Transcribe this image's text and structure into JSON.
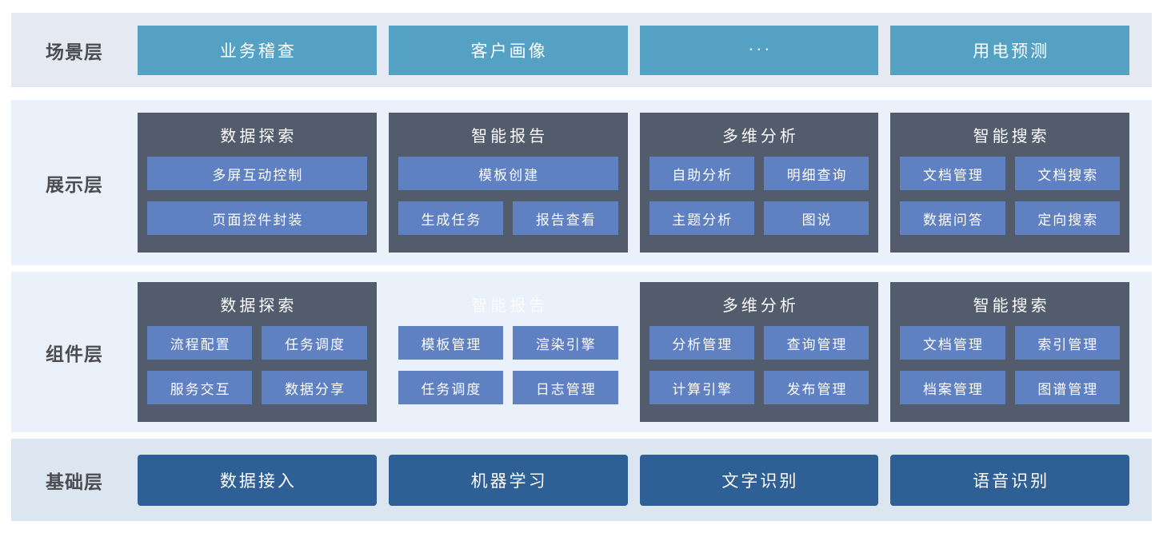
{
  "colors": {
    "page_bg": "#ffffff",
    "scenario_row_bg": "#e5e9f1",
    "middle_row_bg": "#eaf1fa",
    "base_row_bg": "#dce6f1",
    "scenario_button": "#55a1c3",
    "card_background": "#525c6c",
    "feature_button": "#5f80c1",
    "base_button": "#2e5f95",
    "layer_label_text": "#4a4c52",
    "button_text": "#fdfdfd"
  },
  "layers": {
    "scenario": {
      "label": "场景层",
      "items": [
        "业务稽查",
        "客户画像",
        "···",
        "用电预测"
      ]
    },
    "presentation": {
      "label": "展示层",
      "cards": [
        {
          "title": "数据探索",
          "items": [
            "多屏互动控制",
            "页面控件封装"
          ]
        },
        {
          "title": "智能报告",
          "items": [
            "模板创建",
            "生成任务",
            "报告查看"
          ]
        },
        {
          "title": "多维分析",
          "items": [
            "自助分析",
            "明细查询",
            "主题分析",
            "图说"
          ]
        },
        {
          "title": "智能搜索",
          "items": [
            "文档管理",
            "文档搜索",
            "数据问答",
            "定向搜索"
          ]
        }
      ]
    },
    "component": {
      "label": "组件层",
      "cards": [
        {
          "title": "数据探索",
          "items": [
            "流程配置",
            "任务调度",
            "服务交互",
            "数据分享"
          ],
          "style": "dark-card"
        },
        {
          "title": "智能报告",
          "items": [
            "模板管理",
            "渲染引擎",
            "任务调度",
            "日志管理"
          ],
          "style": "no-background"
        },
        {
          "title": "多维分析",
          "items": [
            "分析管理",
            "查询管理",
            "计算引擎",
            "发布管理"
          ],
          "style": "dark-card"
        },
        {
          "title": "智能搜索",
          "items": [
            "文档管理",
            "索引管理",
            "档案管理",
            "图谱管理"
          ],
          "style": "dark-card"
        }
      ]
    },
    "base": {
      "label": "基础层",
      "items": [
        "数据接入",
        "机器学习",
        "文字识别",
        "语音识别"
      ]
    }
  }
}
